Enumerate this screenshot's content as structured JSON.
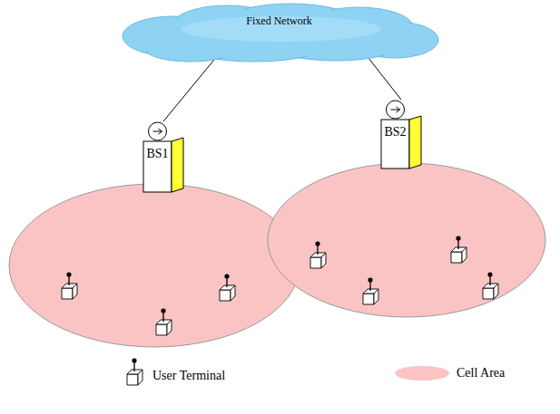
{
  "diagram": {
    "nodes": [
      {
        "text": [
          "Fixed Network"
        ]
      },
      {
        "text": [
          "BS1"
        ]
      },
      {
        "text": [
          "BS2"
        ]
      }
    ],
    "edges": [
      {
        "from": 0,
        "to": 1,
        "arrow": "none"
      },
      {
        "from": 0,
        "to": 2,
        "arrow": "none"
      }
    ],
    "legend": [
      {
        "text": "User Terminal"
      },
      {
        "text": "Cell Area",
        "color": "#fbc4c4"
      }
    ]
  }
}
